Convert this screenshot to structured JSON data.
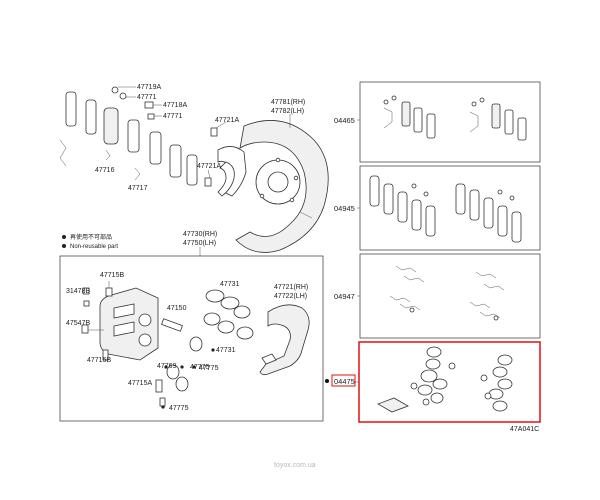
{
  "callouts": {
    "c47719A": "47719A",
    "c47771a": "47771",
    "c47718A": "47718A",
    "c47771b": "47771",
    "c47716": "47716",
    "c47717": "47717",
    "c47721A_top": "47721A",
    "c47721A_mid": "47721A",
    "c47781": "47781(RH)",
    "c47782": "47782(LH)",
    "c47730": "47730(RH)",
    "c47750": "47750(LH)",
    "c47715B_a": "47715B",
    "c31478B": "31478B",
    "c47547B": "47547B",
    "c47715B_b": "47715B",
    "c47715A": "47715A",
    "c47775_a": "47775",
    "c47769": "47769",
    "c47775_b": "47775",
    "c47150": "47150",
    "c47731_a": "47731",
    "c47731_b": "47731",
    "c47775_c": "47775",
    "c47721": "47721(RH)",
    "c47722": "47722(LH)"
  },
  "legend": {
    "cn": "再使用不可部品",
    "en": "Non-reusable part"
  },
  "kits": {
    "k04465": "04465",
    "k04945": "04945",
    "k04947": "04947",
    "k04475": "04475"
  },
  "diagram_code": "47A041C",
  "watermark": "toyox.com.ua"
}
